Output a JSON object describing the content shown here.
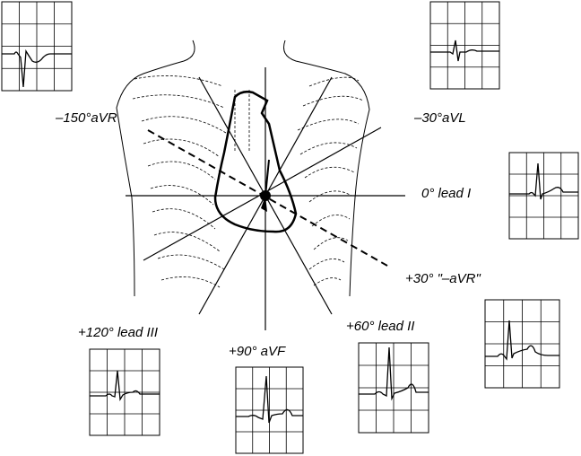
{
  "labels": {
    "avr": "–150°aVR",
    "avl": "–30°aVL",
    "lead1": "0° lead I",
    "neg_avr": "+30° \"–aVR\"",
    "lead2": "+60° lead II",
    "avf": "+90° aVF",
    "lead3": "+120° lead III"
  },
  "colors": {
    "ink": "#000000",
    "paper": "#ffffff"
  }
}
